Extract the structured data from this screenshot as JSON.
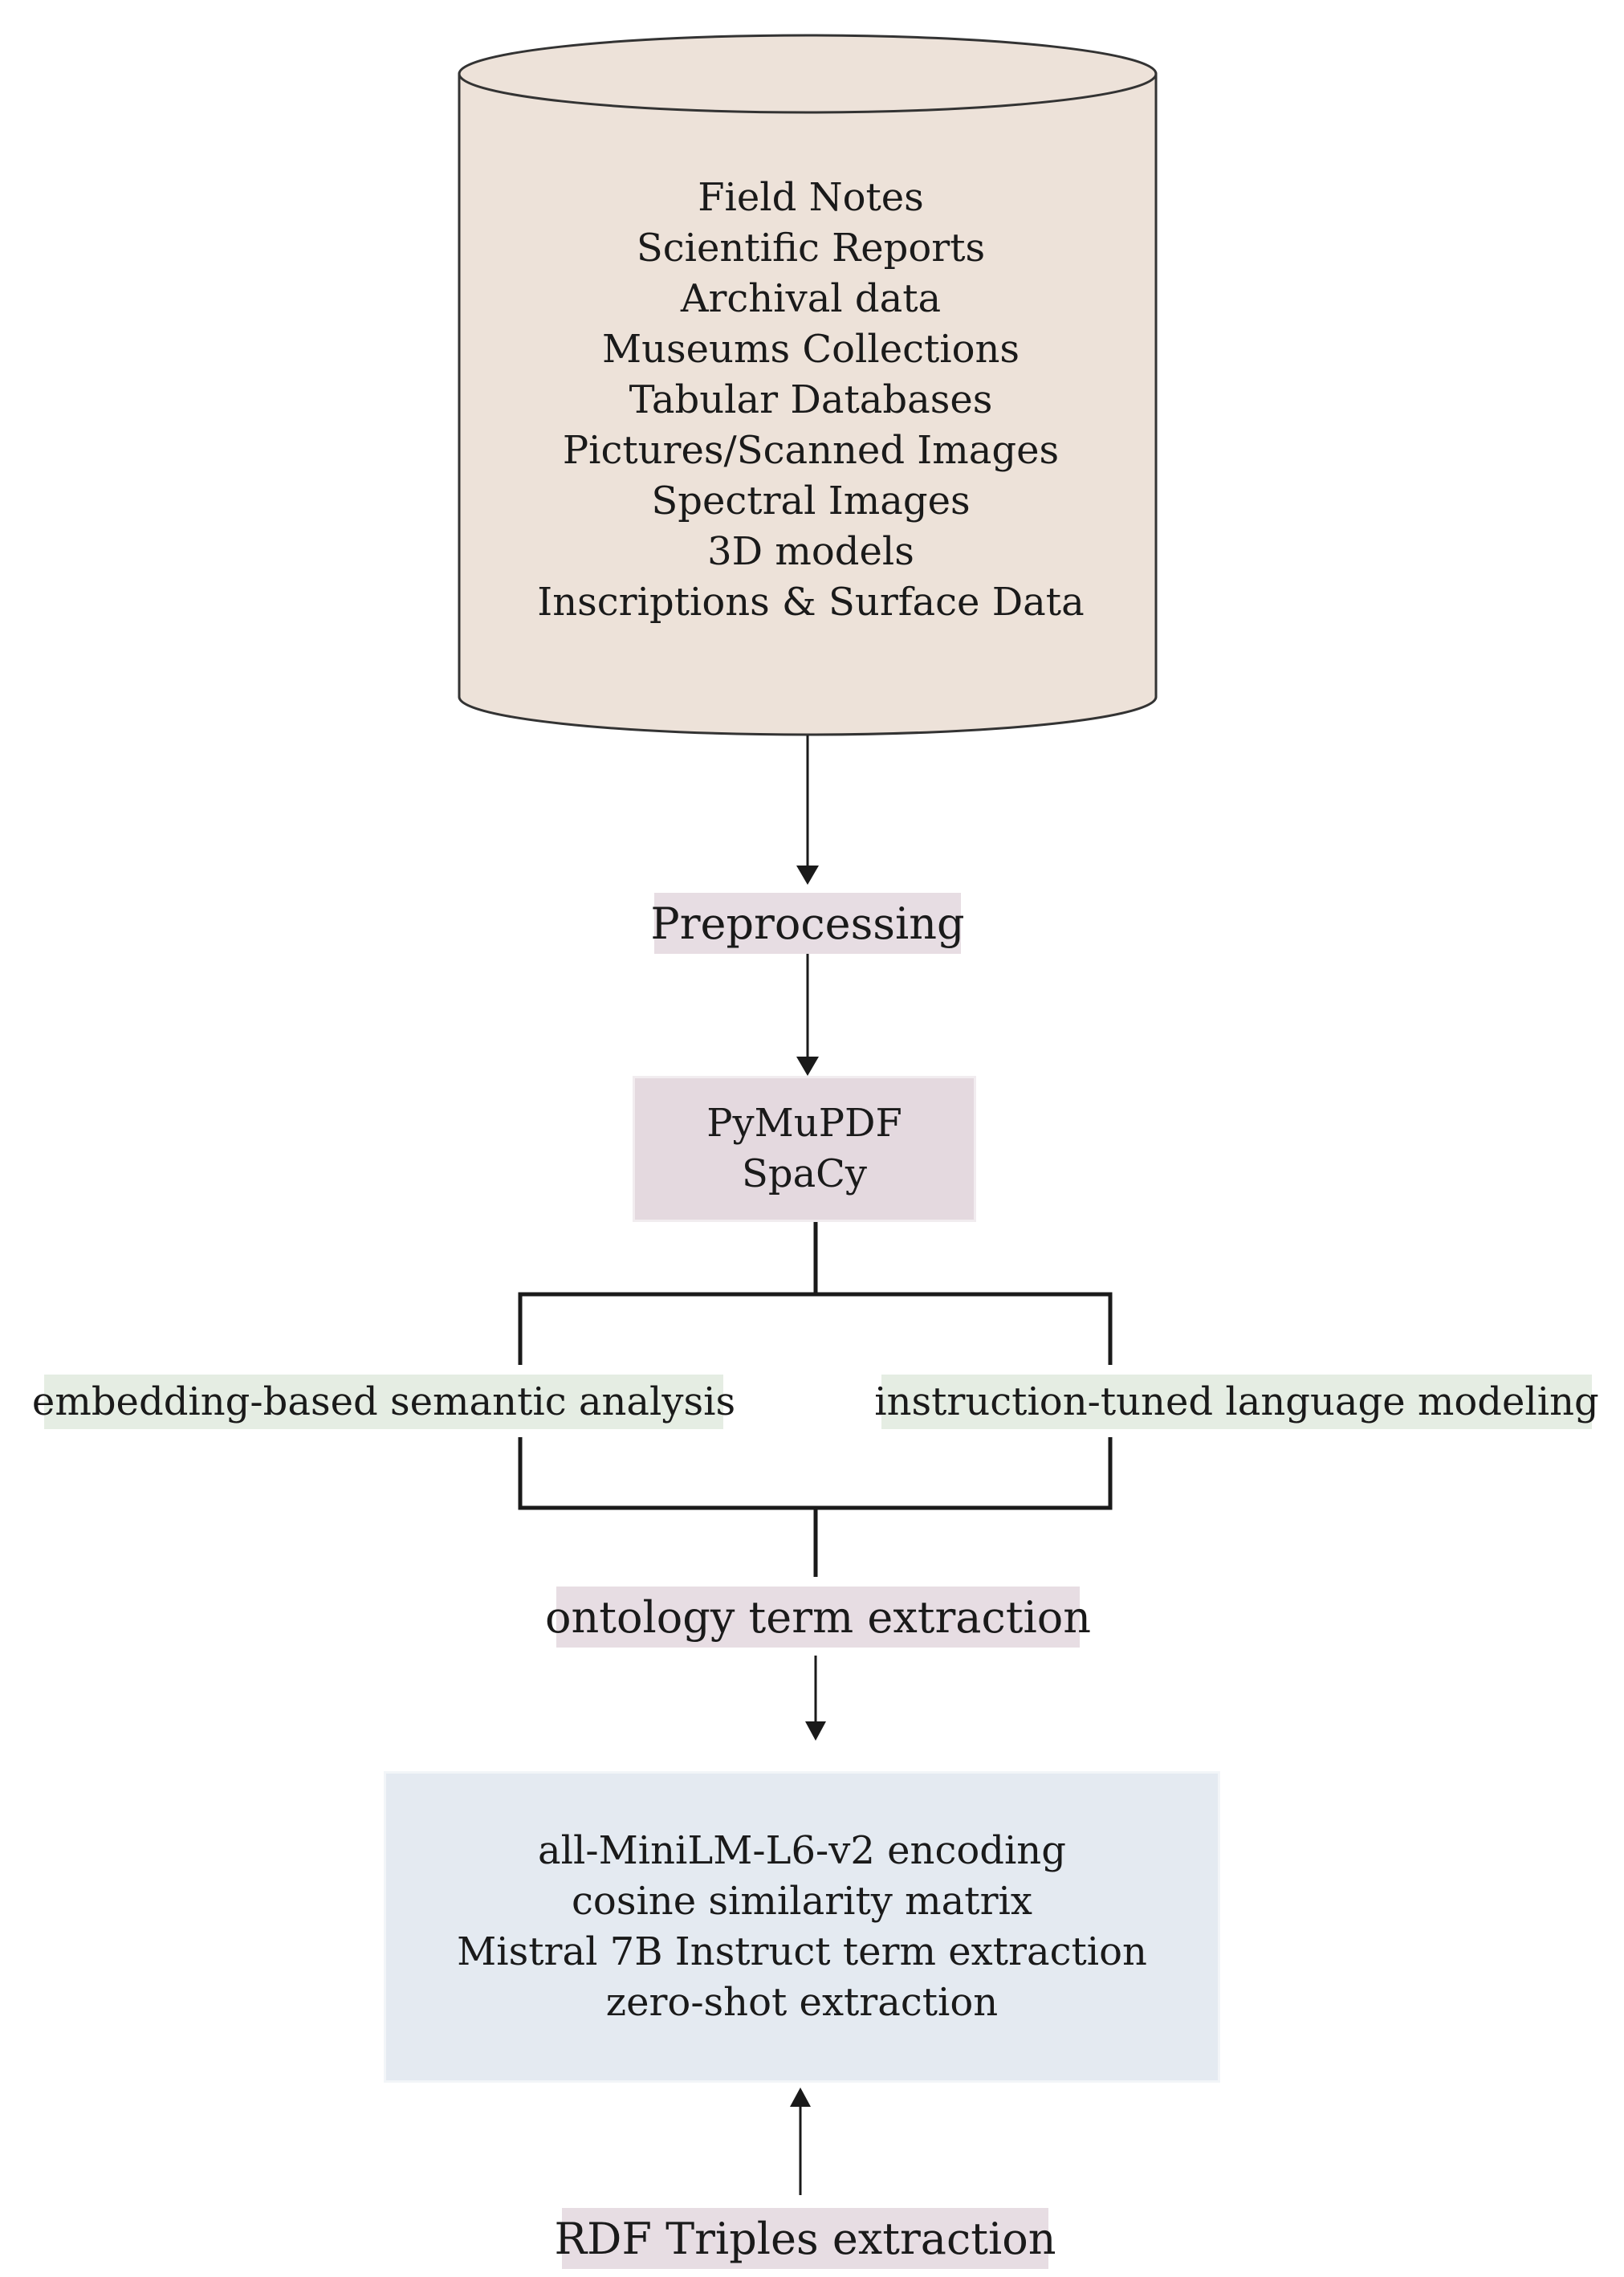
{
  "sources": {
    "items": [
      "Field Notes",
      "Scientific Reports",
      "Archival data",
      "Museums Collections",
      "Tabular Databases",
      "Pictures/Scanned Images",
      "Spectral Images",
      "3D models",
      "Inscriptions & Surface Data"
    ]
  },
  "preprocessing": {
    "label": "Preprocessing"
  },
  "tools": {
    "lines": [
      "PyMuPDF",
      "SpaCy"
    ]
  },
  "branches": {
    "left": "embedding-based semantic analysis",
    "right": "instruction-tuned language modeling"
  },
  "extraction": {
    "label": "ontology term extraction"
  },
  "methods": {
    "lines": [
      "all-MiniLM-L6-v2 encoding",
      "cosine similarity matrix",
      "Mistral 7B Instruct term extraction",
      "zero-shot extraction"
    ]
  },
  "rdf": {
    "label": "RDF Triples extraction"
  },
  "colors": {
    "cylinder_fill": "#ede2d9",
    "label_pink": "#e7dde3",
    "label_green": "#e5ede3",
    "box_blue": "#e4eaf1",
    "line": "#1a1a1a"
  }
}
